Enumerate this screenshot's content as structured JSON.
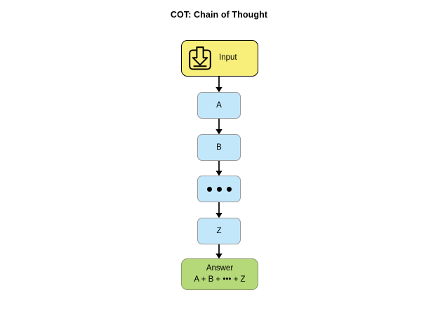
{
  "title": "COT: Chain of Thought",
  "background_color": "#ffffff",
  "diagram": {
    "type": "flowchart",
    "orientation": "vertical-top-to-bottom",
    "nodes": [
      {
        "id": "input",
        "label": "Input",
        "icon": "download-import-icon",
        "fill": "#f8ee7a",
        "stroke": "#000000",
        "shape": "rounded-rectangle"
      },
      {
        "id": "a",
        "label": "A",
        "fill": "#c3e7fa",
        "stroke": "#9a9a9a",
        "shape": "rounded-rectangle"
      },
      {
        "id": "b",
        "label": "B",
        "fill": "#c3e7fa",
        "stroke": "#9a9a9a",
        "shape": "rounded-rectangle"
      },
      {
        "id": "ellipsis",
        "label": "•••",
        "fill": "#c3e7fa",
        "stroke": "#9a9a9a",
        "shape": "rounded-rectangle"
      },
      {
        "id": "z",
        "label": "Z",
        "fill": "#c3e7fa",
        "stroke": "#9a9a9a",
        "shape": "rounded-rectangle"
      },
      {
        "id": "answer",
        "label": "Answer",
        "sublabel": "A + B + ••• + Z",
        "fill": "#b5d878",
        "stroke": "#8a9a6a",
        "shape": "rounded-rectangle"
      }
    ],
    "edges": [
      {
        "from": "input",
        "to": "a",
        "style": "solid-arrow",
        "color": "#000000"
      },
      {
        "from": "a",
        "to": "b",
        "style": "solid-arrow",
        "color": "#000000"
      },
      {
        "from": "b",
        "to": "ellipsis",
        "style": "solid-arrow",
        "color": "#000000"
      },
      {
        "from": "ellipsis",
        "to": "z",
        "style": "solid-arrow",
        "color": "#000000"
      },
      {
        "from": "z",
        "to": "answer",
        "style": "solid-arrow",
        "color": "#000000"
      }
    ]
  }
}
